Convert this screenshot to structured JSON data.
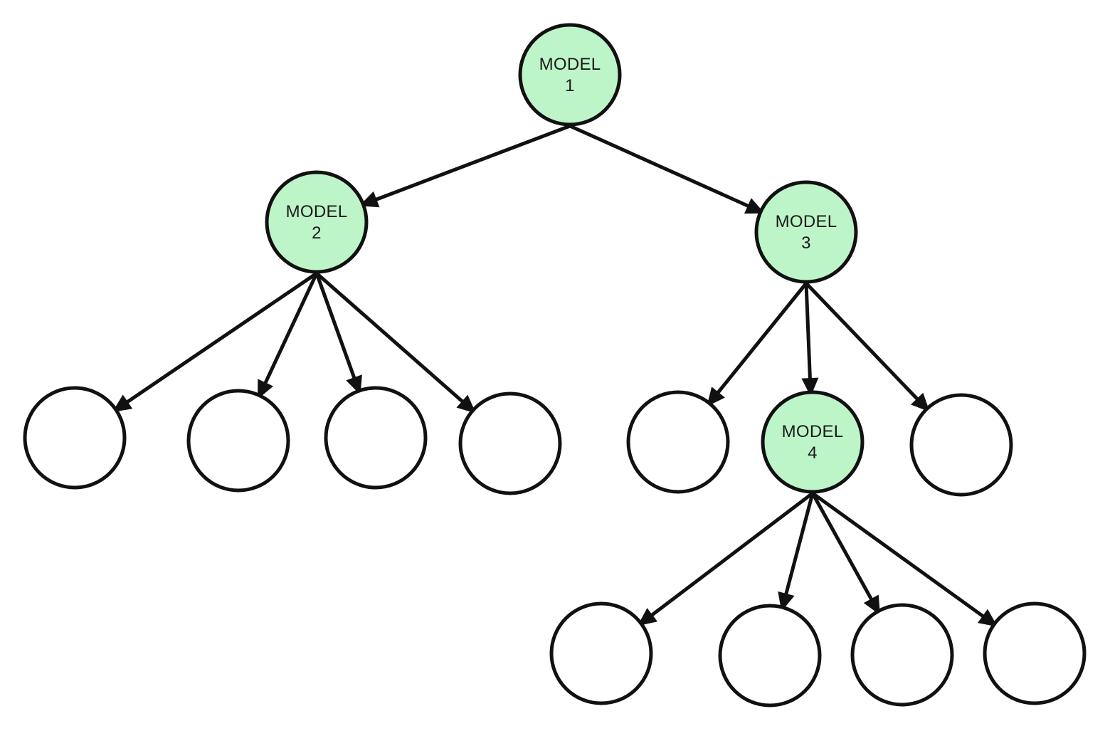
{
  "diagram": {
    "type": "tree",
    "colors": {
      "model_fill": "#bdf5c8",
      "plain_fill": "#ffffff",
      "stroke": "#111111"
    },
    "nodes": [
      {
        "id": "m1",
        "lines": [
          "MODEL",
          "1"
        ],
        "kind": "model"
      },
      {
        "id": "m2",
        "lines": [
          "MODEL",
          "2"
        ],
        "kind": "model"
      },
      {
        "id": "m3",
        "lines": [
          "MODEL",
          "3"
        ],
        "kind": "model"
      },
      {
        "id": "m4",
        "lines": [
          "MODEL",
          "4"
        ],
        "kind": "model"
      },
      {
        "id": "a1",
        "lines": [],
        "kind": "plain"
      },
      {
        "id": "a2",
        "lines": [],
        "kind": "plain"
      },
      {
        "id": "a3",
        "lines": [],
        "kind": "plain"
      },
      {
        "id": "a4",
        "lines": [],
        "kind": "plain"
      },
      {
        "id": "b1",
        "lines": [],
        "kind": "plain"
      },
      {
        "id": "b3",
        "lines": [],
        "kind": "plain"
      },
      {
        "id": "c1",
        "lines": [],
        "kind": "plain"
      },
      {
        "id": "c2",
        "lines": [],
        "kind": "plain"
      },
      {
        "id": "c3",
        "lines": [],
        "kind": "plain"
      },
      {
        "id": "c4",
        "lines": [],
        "kind": "plain"
      }
    ],
    "edges": [
      {
        "from": "m1",
        "to": "m2"
      },
      {
        "from": "m1",
        "to": "m3"
      },
      {
        "from": "m2",
        "to": "a1"
      },
      {
        "from": "m2",
        "to": "a2"
      },
      {
        "from": "m2",
        "to": "a3"
      },
      {
        "from": "m2",
        "to": "a4"
      },
      {
        "from": "m3",
        "to": "b1"
      },
      {
        "from": "m3",
        "to": "m4"
      },
      {
        "from": "m3",
        "to": "b3"
      },
      {
        "from": "m4",
        "to": "c1"
      },
      {
        "from": "m4",
        "to": "c2"
      },
      {
        "from": "m4",
        "to": "c3"
      },
      {
        "from": "m4",
        "to": "c4"
      }
    ]
  }
}
